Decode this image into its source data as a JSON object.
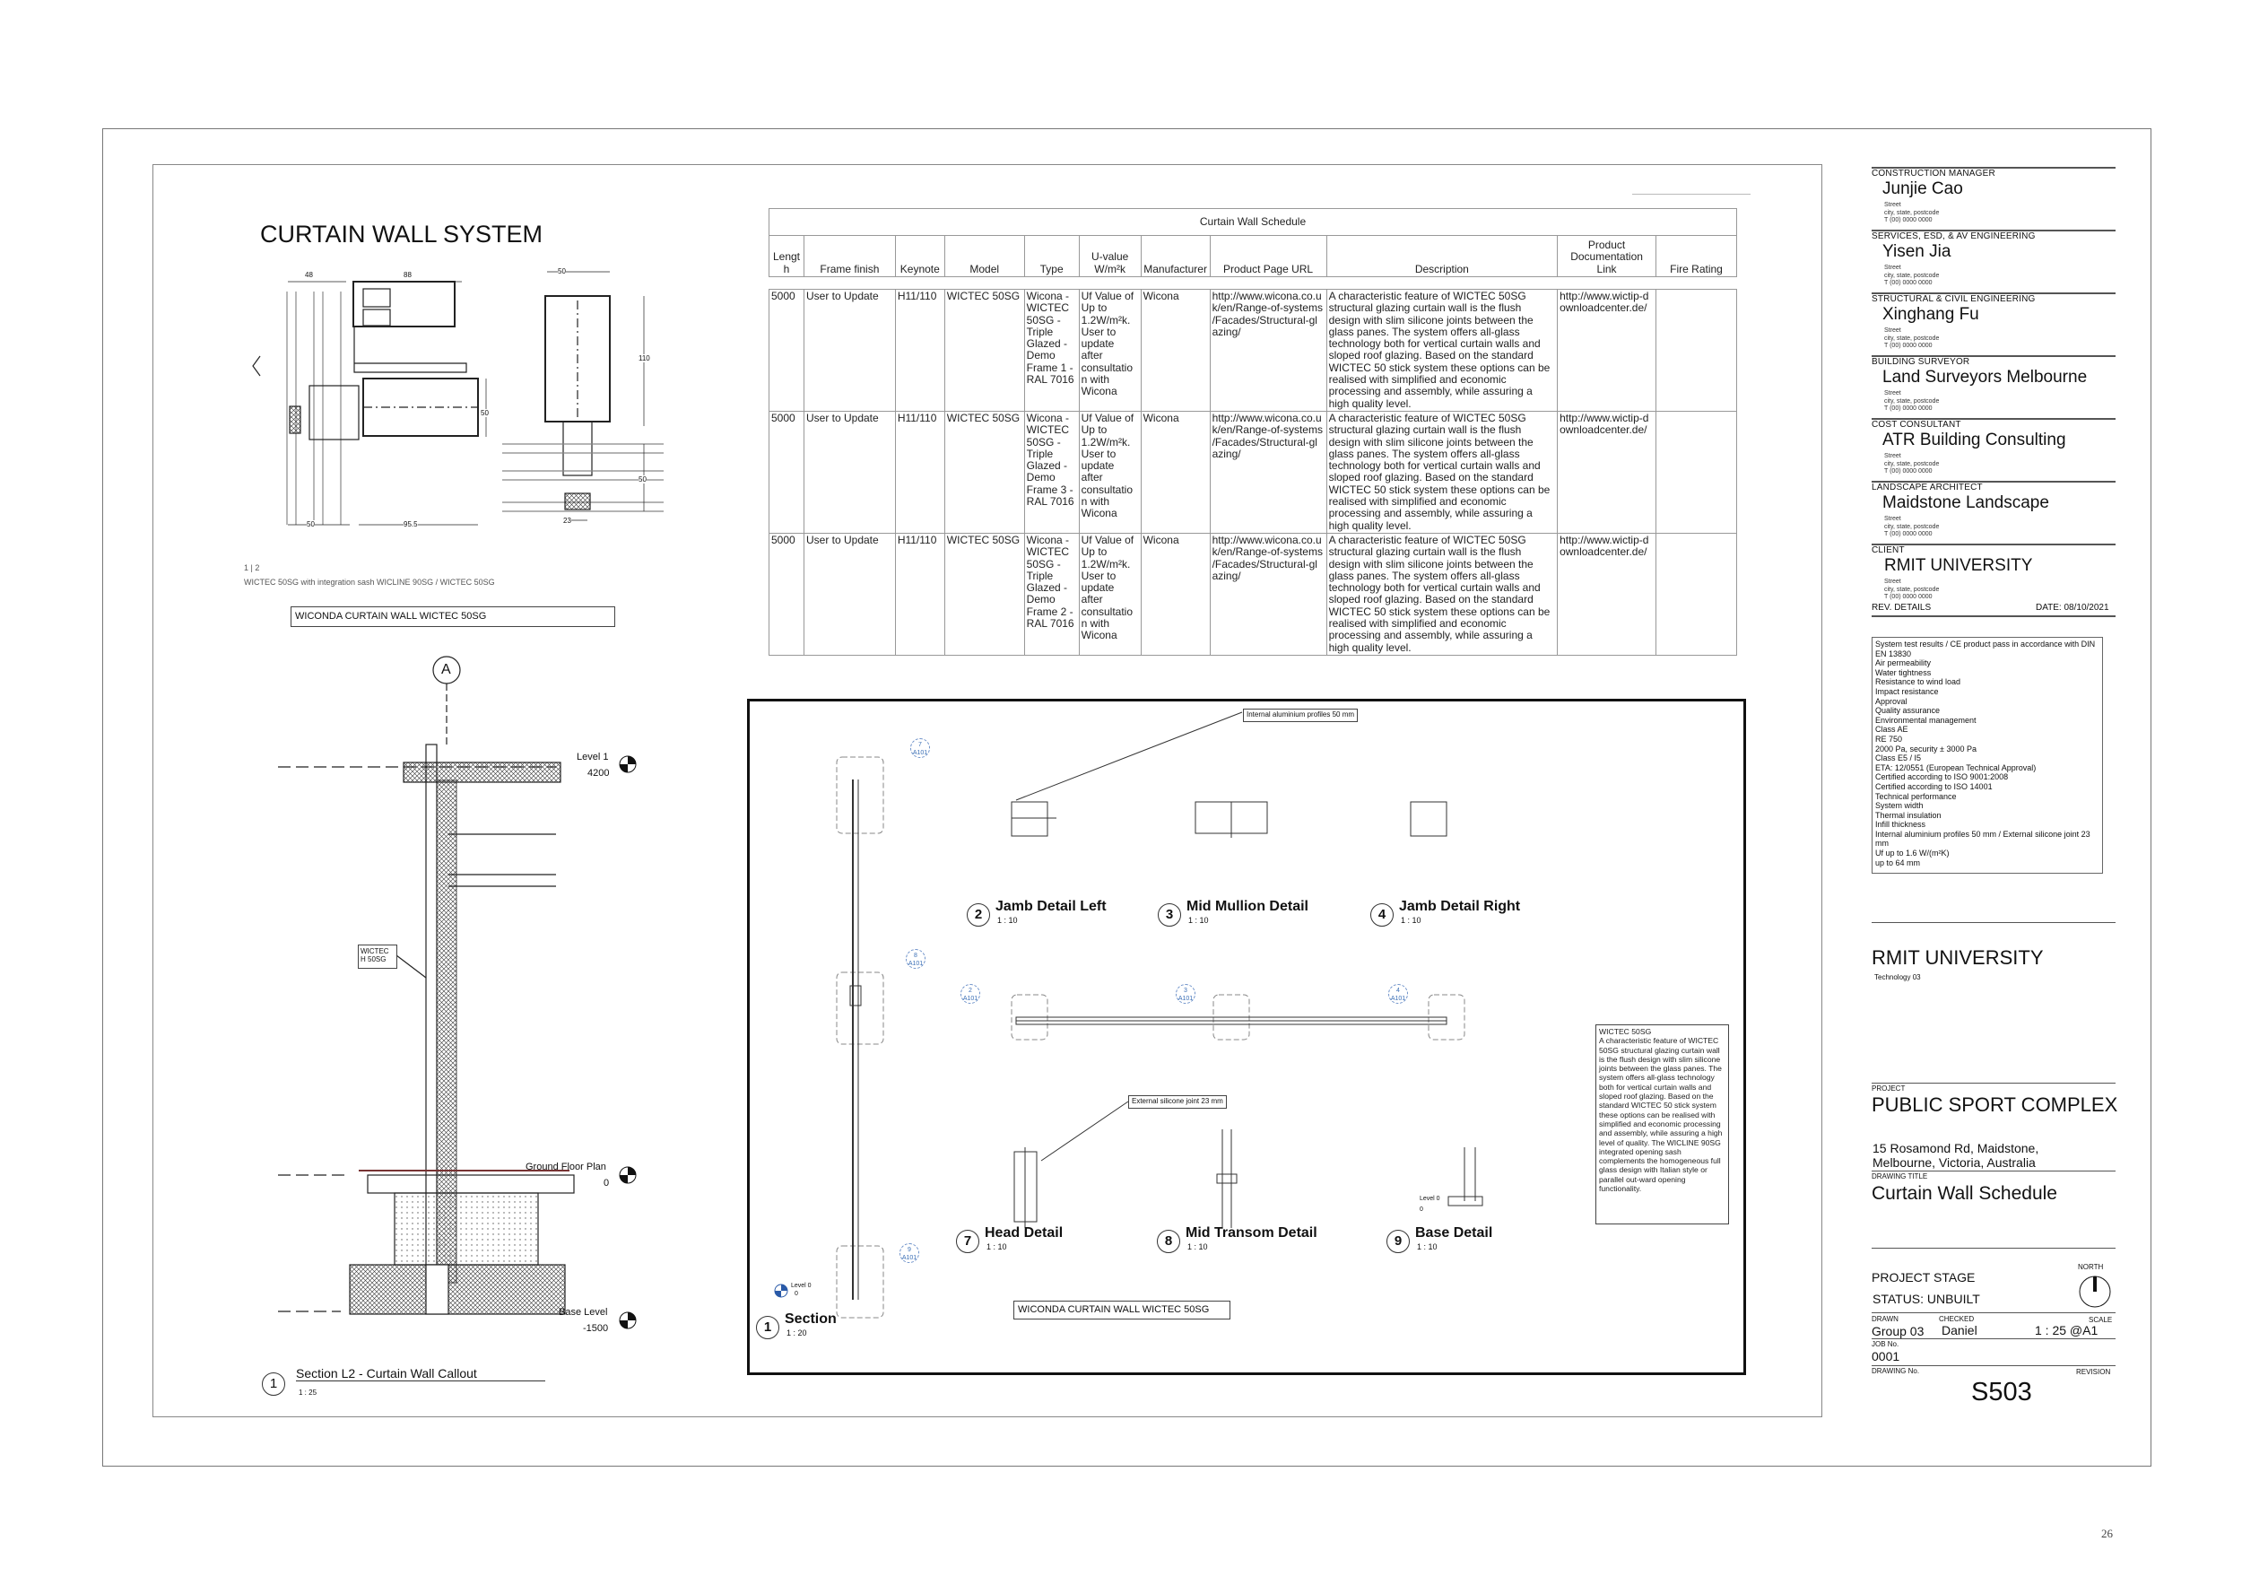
{
  "sheet": {
    "page_number": "26"
  },
  "left": {
    "heading": "CURTAIN WALL SYSTEM",
    "image_counter": "1 | 2",
    "image_caption": "WICTEC 50SG with integration sash WICLINE 90SG / WICTEC 50SG",
    "label_box": "WICONDA CURTAIN WALL WICTEC 50SG",
    "dims": {
      "d48": "48",
      "d88": "88",
      "d50a": "50",
      "d95": "95.5",
      "d50b": "50",
      "d110": "110",
      "d50c": "50",
      "d50d": "50",
      "d23": "23"
    }
  },
  "section_callout": {
    "grid": "A",
    "level1": "Level 1",
    "level1_value": "4200",
    "ground": "Ground Floor Plan",
    "ground_value": "0",
    "base": "Base Level",
    "base_value": "-1500",
    "tag": "WICTEC H 50SG",
    "number": "1",
    "title": "Section L2 - Curtain Wall Callout",
    "scale": "1 : 25"
  },
  "schedule": {
    "title": "Curtain Wall Schedule",
    "headers": [
      "Lengt h",
      "Frame finish",
      "Keynote",
      "Model",
      "Type",
      "U-value W/m²k",
      "Manufacturer",
      "Product Page URL",
      "Description",
      "Product Documentation Link",
      "Fire Rating"
    ],
    "rows": [
      [
        "5000",
        "User to Update",
        "H11/110",
        "WICTEC 50SG",
        "Wicona - WICTEC 50SG - Triple Glazed - Demo Frame 1 - RAL 7016",
        "Uf Value of Up to 1.2W/m²k. User to update after consultatio n with Wicona",
        "Wicona",
        "http://www.wicona.co.u k/en/Range-of-systems /Facades/Structural-gl azing/",
        "A characteristic feature of WICTEC 50SG structural glazing curtain wall is the flush design with slim silicone joints between the glass panes. The system offers all-glass technology both for vertical curtain walls and sloped roof glazing. Based on the standard WICTEC 50 stick system these options can be realised with simplified and economic processing and assembly, while assuring a high quality level.",
        "http://www.wictip-d ownloadcenter.de/",
        ""
      ],
      [
        "5000",
        "User to Update",
        "H11/110",
        "WICTEC 50SG",
        "Wicona - WICTEC 50SG - Triple Glazed - Demo Frame 3 - RAL 7016",
        "Uf Value of Up to 1.2W/m²k. User to update after consultatio n with Wicona",
        "Wicona",
        "http://www.wicona.co.u k/en/Range-of-systems /Facades/Structural-gl azing/",
        "A characteristic feature of WICTEC 50SG structural glazing curtain wall is the flush design with slim silicone joints between the glass panes. The system offers all-glass technology both for vertical curtain walls and sloped roof glazing. Based on the standard WICTEC 50 stick system these options can be realised with simplified and economic processing and assembly, while assuring a high quality level.",
        "http://www.wictip-d ownloadcenter.de/",
        ""
      ],
      [
        "5000",
        "User to Update",
        "H11/110",
        "WICTEC 50SG",
        "Wicona - WICTEC 50SG - Triple Glazed - Demo Frame 2 - RAL 7016",
        "Uf Value of Up to 1.2W/m²k. User to update after consultatio n with Wicona",
        "Wicona",
        "http://www.wicona.co.u k/en/Range-of-systems /Facades/Structural-gl azing/",
        "A characteristic feature of WICTEC 50SG structural glazing curtain wall is the flush design with slim silicone joints between the glass panes. The system offers all-glass technology both for vertical curtain walls and sloped roof glazing. Based on the standard WICTEC 50 stick system these options can be realised with simplified and economic processing and assembly, while assuring a high quality level.",
        "http://www.wictip-d ownloadcenter.de/",
        ""
      ]
    ]
  },
  "details": {
    "views": [
      {
        "num": "2",
        "title": "Jamb Detail Left",
        "scale": "1 : 10"
      },
      {
        "num": "3",
        "title": "Mid Mullion Detail",
        "scale": "1 : 10"
      },
      {
        "num": "4",
        "title": "Jamb Detail Right",
        "scale": "1 : 10"
      },
      {
        "num": "7",
        "title": "Head Detail",
        "scale": "1 : 10"
      },
      {
        "num": "8",
        "title": "Mid Transom Detail",
        "scale": "1 : 10"
      },
      {
        "num": "9",
        "title": "Base Detail",
        "scale": "1 : 10"
      },
      {
        "num": "1",
        "title": "Section",
        "scale": "1 : 20"
      }
    ],
    "refs": [
      {
        "num": "7",
        "sheet": "A101"
      },
      {
        "num": "8",
        "sheet": "A101"
      },
      {
        "num": "9",
        "sheet": "A101"
      },
      {
        "num": "2",
        "sheet": "A101"
      },
      {
        "num": "3",
        "sheet": "A101"
      },
      {
        "num": "4",
        "sheet": "A101"
      }
    ],
    "callout_internal": "Internal aluminium profiles 50 mm",
    "callout_external": "External silicone joint 23 mm",
    "level0": "Level 0",
    "level0_value": "0",
    "label_box": "WICONDA CURTAIN WALL WICTEC 50SG",
    "note": "WICTEC 50SG\nA characteristic feature of WICTEC 50SG structural glazing curtain wall is the flush design with slim silicone joints between the glass panes. The system offers all-glass technology both for vertical curtain walls and sloped roof glazing. Based on the standard WICTEC 50 stick system these options can be realised with simplified and economic processing and assembly, while assuring a high level of quality. The WICLINE 90SG integrated opening sash complements the homogeneous full glass design with Italian style or parallel out-ward opening functionality."
  },
  "title_block": {
    "consultants": [
      {
        "role": "CONSTRUCTION MANAGER",
        "name": "Junjie Cao",
        "street": "Street",
        "city": "city, state, postcode",
        "phone": "T (00) 0000 0000"
      },
      {
        "role": "SERVICES, ESD, & AV ENGINEERING",
        "name": "Yisen Jia",
        "street": "Street",
        "city": "city, state, postcode",
        "phone": "T (00) 0000 0000"
      },
      {
        "role": "STRUCTURAL & CIVIL ENGINEERING",
        "name": "Xinghang Fu",
        "street": "Street",
        "city": "city, state, postcode",
        "phone": "T (00) 0000 0000"
      },
      {
        "role": "BUILDING SURVEYOR",
        "name": "Land Surveyors Melbourne",
        "street": "Street",
        "city": "city, state, postcode",
        "phone": "T (00) 0000 0000"
      },
      {
        "role": "COST CONSULTANT",
        "name": "ATR Building Consulting",
        "street": "Street",
        "city": "city, state, postcode",
        "phone": "T (00) 0000 0000"
      },
      {
        "role": "LANDSCAPE ARCHITECT",
        "name": "Maidstone Landscape",
        "street": "Street",
        "city": "city, state, postcode",
        "phone": "T (00) 0000 0000"
      },
      {
        "role": "CLIENT",
        "name": "RMIT UNIVERSITY",
        "street": "Street",
        "city": "city, state, postcode",
        "phone": "T (00) 0000 0000"
      }
    ],
    "rev_details": "REV.  DETAILS",
    "date": "DATE: 08/10/2021",
    "spec_lines": [
      "System test results / CE product pass in accordance with DIN EN 13830",
      "Air permeability",
      "Water tightness",
      "Resistance to wind load",
      "Impact resistance",
      "Approval",
      "Quality assurance",
      "Environmental management",
      "Class AE",
      "RE 750",
      "2000 Pa, security ± 3000 Pa",
      "Class E5 / I5",
      "ETA: 12/0551 (European Technical Approval)",
      "Certified according to ISO 9001:2008",
      "Certified according to ISO 14001",
      "Technical performance",
      "System width",
      "Thermal insulation",
      "Infill thickness",
      "Internal aluminium profiles 50 mm / External silicone joint 23 mm",
      "Uf up to 1.6 W/(m²K)",
      "up to 64 mm"
    ],
    "org": "RMIT UNIVERSITY",
    "org_sub": "Technology 03",
    "project_label": "PROJECT",
    "project": "PUBLIC SPORT COMPLEX",
    "address1": "15 Rosamond Rd, Maidstone,",
    "address2": "Melbourne, Victoria, Australia",
    "drawing_title_label": "DRAWING TITLE",
    "drawing_title": "Curtain Wall Schedule",
    "stage_label": "PROJECT STAGE",
    "status": "STATUS: UNBUILT",
    "north": "NORTH",
    "drawn_label": "DRAWN",
    "drawn": "Group 03",
    "checked_label": "CHECKED",
    "checked": "Daniel",
    "scale_label": "SCALE",
    "scale": "1 : 25 @A1",
    "job_label": "JOB No.",
    "job": "0001",
    "drawing_no_label": "DRAWING No.",
    "revision_label": "REVISION",
    "drawing_no": "S503"
  }
}
